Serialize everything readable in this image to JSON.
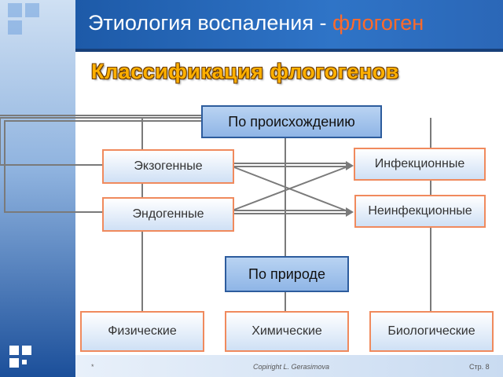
{
  "slide": {
    "title_main": "Этиология воспаления - ",
    "title_accent": "флогоген",
    "subtitle": "Классификация флогогенов"
  },
  "diagram": {
    "by_origin": "По происхождению",
    "exogenous": "Экзогенные",
    "endogenous": "Эндогенные",
    "infectious": "Инфекционные",
    "noninfectious": "Неинфекционные",
    "by_nature": "По природе",
    "physical": "Физические",
    "chemical": "Химические",
    "biological": "Биологические"
  },
  "footer": {
    "bullet": "*",
    "copyright": "Copiright L. Gerasimova",
    "page": "Стр. 8"
  },
  "colors": {
    "header_blue": "#2f74c7",
    "title_accent": "#ff6a2a",
    "subtitle_orange": "#ffb000",
    "box_border_orange": "#f08a5d",
    "box_border_blue": "#2d5c9d"
  }
}
